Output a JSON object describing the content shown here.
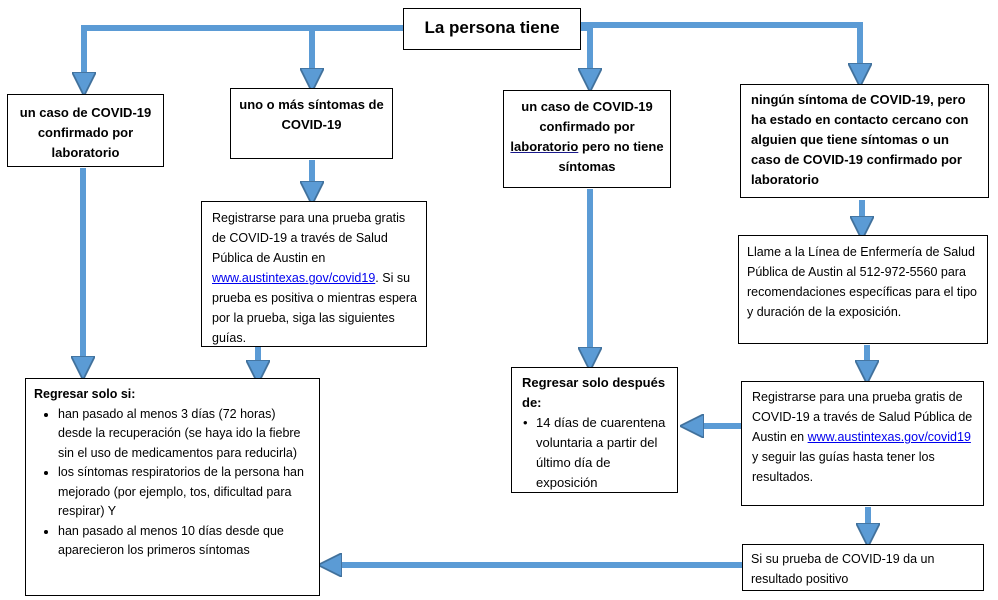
{
  "title": "La persona tiene",
  "top_boxes": [
    {
      "text": "un caso de COVID-19 confirmado por laboratorio"
    },
    {
      "text": "uno o más síntomas de COVID-19"
    },
    {
      "prefix": "un caso de COVID-19 confirmado por",
      "underlined": "laboratorio",
      "suffix": " pero no tiene síntomas"
    },
    {
      "text": "ningún síntoma de COVID-19, pero ha estado en contacto cercano con alguien que tiene síntomas o un caso de COVID-19 confirmado por laboratorio"
    }
  ],
  "register_box_1": {
    "before_link": "Registrarse para una prueba gratis de COVID-19 a través de Salud Pública de Austin en",
    "link": "www.austintexas.gov/covid19",
    "after_link": ". Si su prueba es positiva o mientras espera por la prueba, siga las siguientes guías."
  },
  "nurse_box": {
    "text": "Llame a la Línea de Enfermería de Salud Pública de Austin al 512-972-5560 para recomendaciones específicas para el tipo y duración de la exposición."
  },
  "register_box_2": {
    "before_link": "Registrarse para una prueba gratis de COVID-19 a través de Salud Pública de Austin en",
    "link": "www.austintexas.gov/covid19",
    "after_link": " y seguir las guías hasta tener los resultados."
  },
  "positive_box": {
    "text": "Si su prueba de COVID-19 da un resultado positivo"
  },
  "return_box": {
    "heading": "Regresar solo si:",
    "items": [
      "han pasado al menos 3 días (72 horas) desde la recuperación (se haya ido la fiebre sin el uso de medicamentos para reducirla)",
      "los síntomas respiratorios de la persona han mejorado (por ejemplo, tos, dificultad para respirar) Y",
      "han pasado al menos 10 días desde que aparecieron los primeros síntomas"
    ]
  },
  "quarantine_box": {
    "heading": "Regresar solo después de:",
    "items": [
      "14 días de cuarentena voluntaria a partir del último día de exposición"
    ]
  },
  "colors": {
    "arrow": "#5b9bd5",
    "arrow_edge": "#41719c",
    "link": "#0000ee"
  }
}
